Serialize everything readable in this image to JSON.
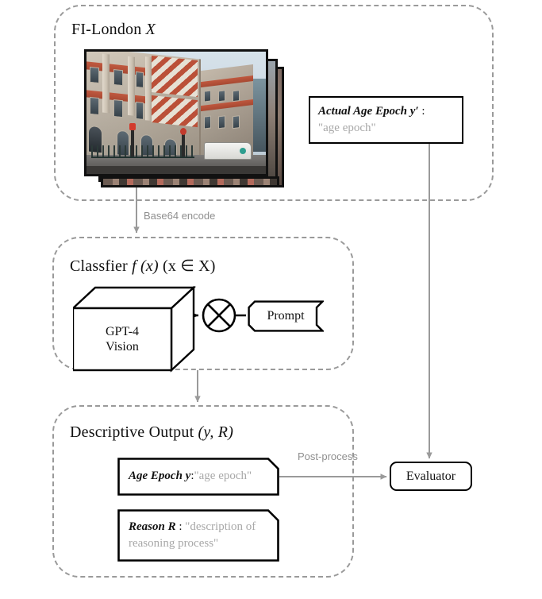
{
  "diagram": {
    "title": "FI-London GPT-4 Vision age epoch classification pipeline",
    "accent_gray": "#9a9a9a",
    "value_gray": "#a8a8a8",
    "ink": "#111111"
  },
  "dataset_group": {
    "title_plain": "FI-London ",
    "title_italic": "X",
    "photo_caption": "stack of three FI-London street-view building photographs"
  },
  "actual_box": {
    "label_italic": "Actual Age Epoch y′",
    "label_colon": " :",
    "value": "\"age epoch\""
  },
  "classifier_group": {
    "title_prefix": "Classfier ",
    "title_fx": "f (x)",
    "title_suffix": " (x ∈ X)",
    "model_line1": "GPT-4",
    "model_line2": "Vision",
    "operator": "⊗",
    "prompt_label": "Prompt"
  },
  "output_group": {
    "title_plain": "Descriptive Output ",
    "title_math": "(y, R)",
    "age_epoch": {
      "label": "Age Epoch y",
      "colon": " : ",
      "value": "\"age epoch\""
    },
    "reason": {
      "label": "Reason R",
      "colon": " : ",
      "value_line1": "\"description of",
      "value_line2": "reasoning process\""
    }
  },
  "evaluator": {
    "label": "Evaluator"
  },
  "connectors": {
    "base64": "Base64 encode",
    "post_process": "Post-process"
  }
}
